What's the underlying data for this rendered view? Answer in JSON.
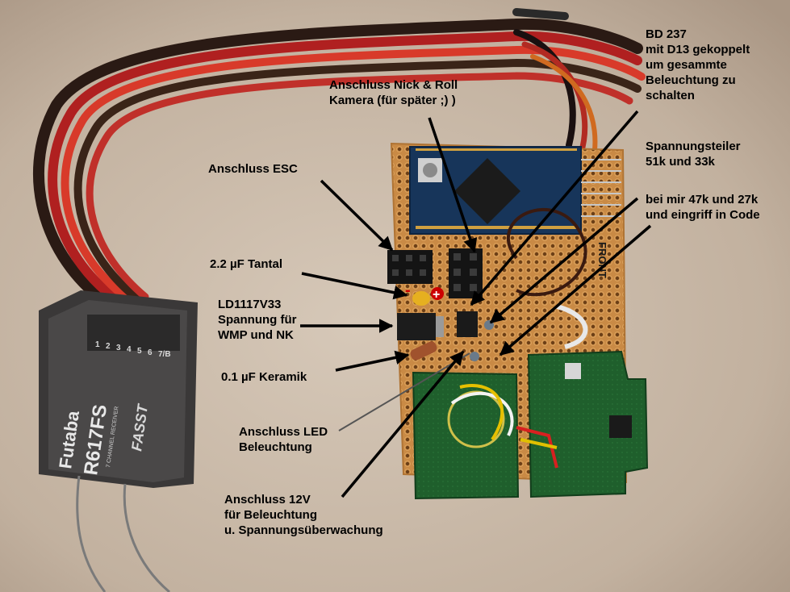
{
  "receiver": {
    "brand": "Futaba",
    "model": "R617FS",
    "subtitle": "7 CHANNEL RECEIVER",
    "fasst": "FASST",
    "channel_numbers": [
      "1",
      "2",
      "3",
      "4",
      "5",
      "6",
      "7/B"
    ]
  },
  "annotations": {
    "esc": "Anschluss ESC",
    "nick_roll": [
      "Anschluss Nick & Roll",
      "Kamera (für später ;) )"
    ],
    "bd237": [
      "BD 237",
      "mit D13 gekoppelt",
      "um gesammte",
      "Beleuchtung zu",
      "schalten"
    ],
    "divider": [
      "Spannungsteiler",
      "51k und 33k"
    ],
    "divider_alt": [
      "bei mir 47k und 27k",
      "und eingriff in Code"
    ],
    "tantal": "2.2 µF Tantal",
    "ld1117": [
      "LD1117V33",
      "Spannung für",
      "WMP und NK"
    ],
    "keramik": "0.1 µF Keramik",
    "led": [
      "Anschluss LED",
      "Beleuchtung"
    ],
    "v12": [
      "Anschluss 12V",
      "für Beleuchtung",
      "u. Spannungsüberwachung"
    ]
  },
  "board_marks": {
    "minus": "-",
    "plus": "+",
    "front": "FRONT"
  }
}
